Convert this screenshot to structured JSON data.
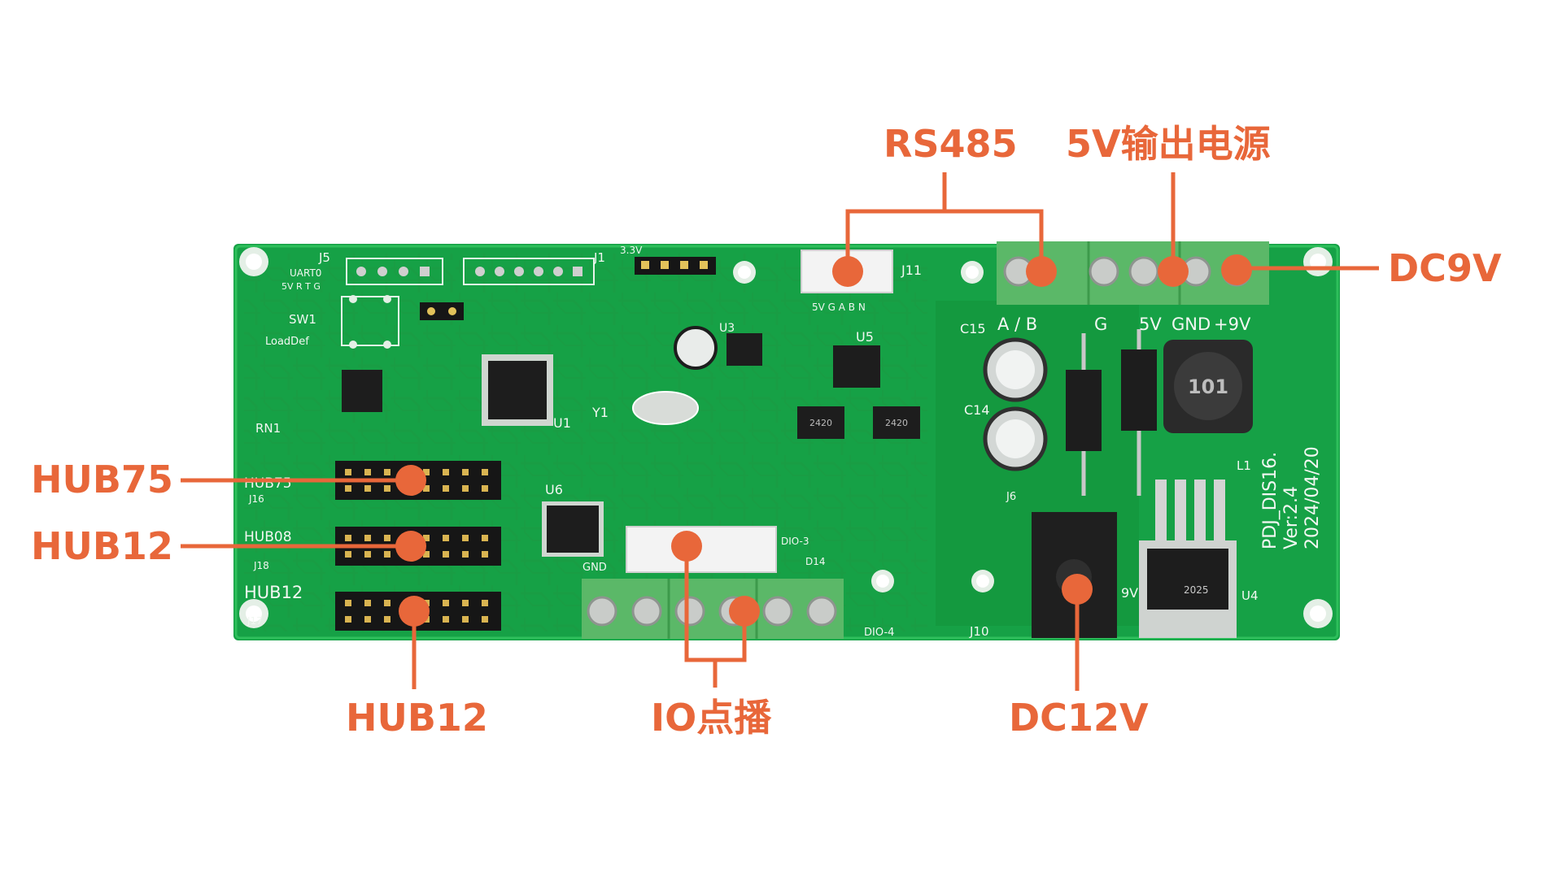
{
  "callouts": {
    "rs485": "RS485",
    "out5v": "5V输出电源",
    "dc9v": "DC9V",
    "hub75": "HUB75",
    "hub12_mid": "HUB12",
    "hub12_bottom": "HUB12",
    "io_broadcast": "IO点播",
    "dc12v": "DC12V"
  },
  "board": {
    "model": "PDJ_DIS16.",
    "version": "Ver:2.4",
    "date": "2024/04/20",
    "silk_j5": "J5",
    "silk_j1": "J1",
    "silk_uart": "UART0",
    "silk_uart_pins": "5V R T G",
    "silk_sw1": "SW1",
    "silk_loaddef": "LoadDef",
    "silk_33v": "3.3V",
    "silk_j11": "J11",
    "silk_j11_pins": "5V G A B N",
    "silk_u5": "U5",
    "silk_u3": "U3",
    "silk_u1": "U1",
    "silk_u6": "U6",
    "silk_u4": "U4",
    "silk_y1": "Y1",
    "silk_rn1": "RN1",
    "silk_c14": "C14",
    "silk_c15": "C15",
    "silk_l1": "L1",
    "silk_j6": "J6",
    "silk_j10": "J10",
    "silk_j16": "J16",
    "silk_j18": "J18",
    "silk_j17": "J17",
    "silk_hub75": "HUB75",
    "silk_hub08": "HUB08",
    "silk_hub12": "HUB12",
    "silk_term_ab": "A  /  B",
    "silk_term_g": "G",
    "silk_term_5v": "5V",
    "silk_term_gnd": "GND",
    "silk_term_9v": "+9V",
    "silk_dio": "DIO-3",
    "silk_dio4": "DIO-4",
    "silk_gnd": "GND",
    "silk_9v": "9V",
    "silk_inductor": "101",
    "silk_diode": "2420",
    "silk_d14": "D14",
    "silk_ic": "2025"
  },
  "colors": {
    "accent": "#e8673a",
    "pcb": "#15a043",
    "terminal": "#5bb868",
    "header": "#1a1a1a"
  }
}
